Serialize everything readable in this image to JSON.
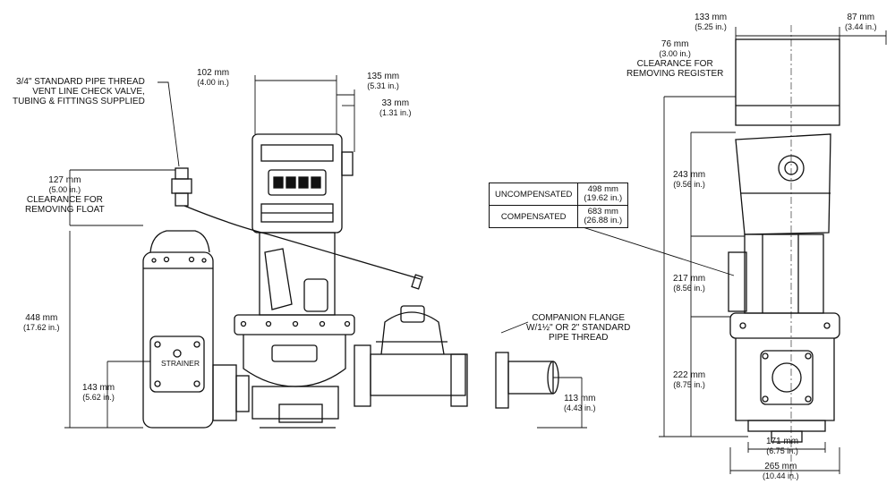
{
  "callouts": {
    "vent_valve": [
      "3/4\" STANDARD PIPE THREAD",
      "VENT LINE CHECK VALVE,",
      "TUBING & FITTINGS SUPPLIED"
    ],
    "float_clearance": [
      "127 mm",
      "(5.00 in.)",
      "CLEARANCE FOR",
      "REMOVING FLOAT"
    ],
    "register_clearance": [
      "76 mm",
      "(3.00 in.)",
      "CLEARANCE FOR",
      "REMOVING REGISTER"
    ],
    "companion_flange": [
      "COMPANION FLANGE",
      "W/1½\" OR 2\" STANDARD",
      "PIPE THREAD"
    ],
    "strainer": "STRAINER"
  },
  "dimensions": {
    "d102": [
      "102 mm",
      "(4.00 in.)"
    ],
    "d135": [
      "135 mm",
      "(5.31 in.)"
    ],
    "d33": [
      "33 mm",
      "(1.31 in.)"
    ],
    "d448": [
      "448 mm",
      "(17.62 in.)"
    ],
    "d143": [
      "143 mm",
      "(5.62 in.)"
    ],
    "d113": [
      "113 mm",
      "(4.43 in.)"
    ],
    "d133": [
      "133 mm",
      "(5.25 in.)"
    ],
    "d87": [
      "87 mm",
      "(3.44 in.)"
    ],
    "d243": [
      "243 mm",
      "(9.56 in.)"
    ],
    "d217": [
      "217 mm",
      "(8.56 in.)"
    ],
    "d222": [
      "222 mm",
      "(8.75 in.)"
    ],
    "d171": [
      "171 mm",
      "(6.75 in.)"
    ],
    "d265": [
      "265 mm",
      "(10.44 in.)"
    ]
  },
  "height_table": [
    {
      "label": "UNCOMPENSATED",
      "value": [
        "498 mm",
        "(19.62 in.)"
      ]
    },
    {
      "label": "COMPENSATED",
      "value": [
        "683 mm",
        "(26.88 in.)"
      ]
    }
  ]
}
